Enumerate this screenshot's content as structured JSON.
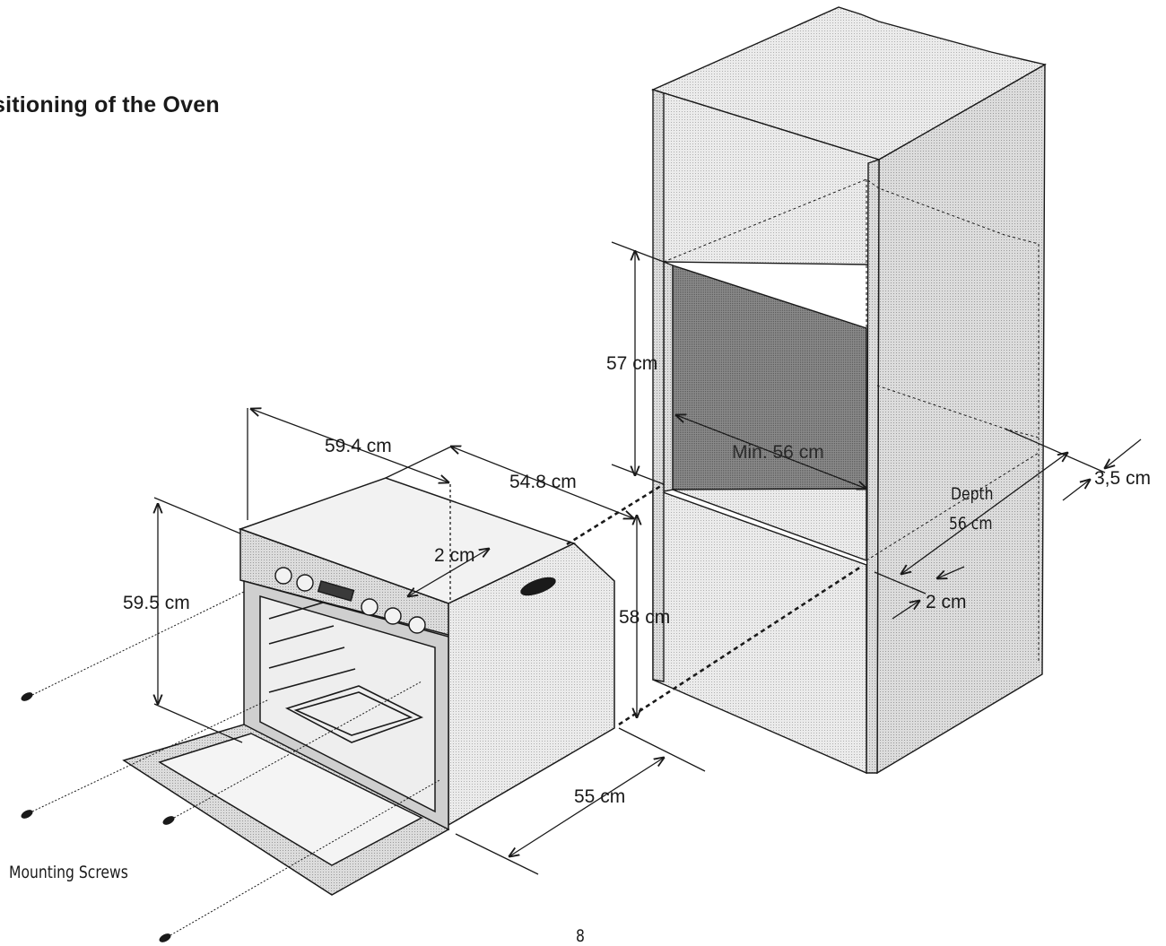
{
  "section_title": "sitioning of the Oven",
  "dimensions": {
    "oven_width": "59.4 cm",
    "oven_depth": "54.8 cm",
    "front_gap": "2 cm",
    "oven_height": "59.5 cm",
    "body_height": "58 cm",
    "body_depth": "55 cm",
    "niche_height": "57 cm",
    "niche_width": "Min. 56 cm",
    "cabinet_depth_label": "Depth",
    "cabinet_depth_value": "56 cm",
    "rear_gap": "3,5 cm",
    "front_recess": "2 cm"
  },
  "callouts": {
    "mounting_screws": "Mounting Screws"
  },
  "page_number": "8"
}
